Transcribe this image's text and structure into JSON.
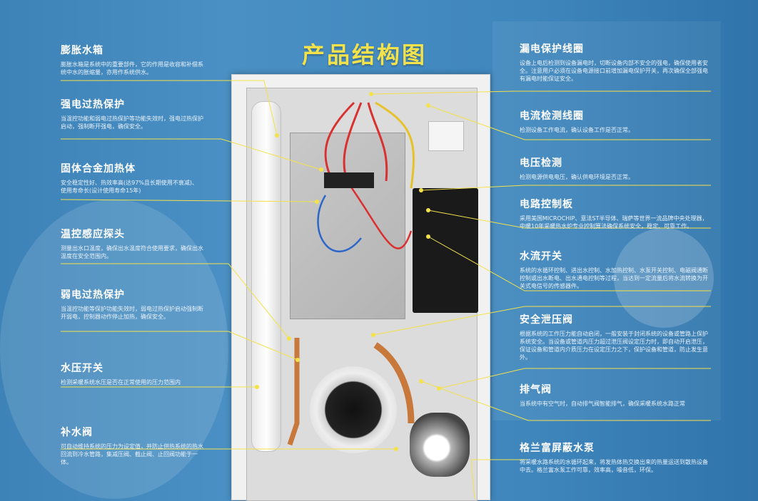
{
  "page_title": "产品结构图",
  "colors": {
    "accent_title": "#f3e24a",
    "background": "#3d83b8",
    "leader_line": "#f3e24a"
  },
  "left_blocks": [
    {
      "title": "膨胀水箱",
      "desc": "膨胀水箱是系统中的重要部件，它的作用是收容和补偿系统中水的胀缩量，亦用作系统供水。"
    },
    {
      "title": "强电过热保护",
      "desc": "当温控功能和弱电过热保护等功能失效时，强电过热保护启动，强制断开强电，确保安全。"
    },
    {
      "title": "固体合金加热体",
      "desc": "安全稳定性好、热效率高(达97%且长期使用不衰减)、使用寿命长(设计使用寿命15年)"
    },
    {
      "title": "温控感应探头",
      "desc": "测量出水口温度，确保出水温度符合使用要求，确保出水温度在安全范围内。"
    },
    {
      "title": "弱电过热保护",
      "desc": "当温控功能等保护功能失效时，弱电过热保护启动强制断开弱电，控制器动作停止加热，确保安全。"
    },
    {
      "title": "水压开关",
      "desc": "检测采暖系统水压是否在正常使用的压力范围内"
    },
    {
      "title": "补水阀",
      "desc": "可自动维持系统的压力为设定值，并防止供热系统的热水回流到冷水管路，集减压阀、截止阀、止回阀功能于一体。"
    }
  ],
  "right_blocks": [
    {
      "title": "漏电保护线圈",
      "desc": "设备上电后检测到设备漏电时，切断设备内部不安全的强电，确保使用者安全。注意用户必须在设备电源接口前增加漏电保护开关，再次确保全部强电有漏电时能保证安全。"
    },
    {
      "title": "电流检测线圈",
      "desc": "检测设备工作电流，确认设备工作是否正常。"
    },
    {
      "title": "电压检测",
      "desc": "检测电源供电电压，确认供电环境是否正常。"
    },
    {
      "title": "电路控制板",
      "desc": "采用美国MICROCHIP、意法ST半导体、瑞萨等世界一流品牌中央处理器，中暖10年采暖热水炉专业控制算法确保系统安全，稳定、可靠工作。"
    },
    {
      "title": "水流开关",
      "desc": "系统的水循环控制、进出水控制、水加热控制、水泵开关控制、电磁阀通断控制或出水断电、出水通电控制等过程，当达到一定流量后将水流转换为开关式电信号的传感器件。"
    },
    {
      "title": "安全泄压阀",
      "desc": "根据系统的工作压力能自动启闭，一般安装于封闭系统的设备或管路上保护系统安全。当设备或管道内压力超过泄压阀设定压力时，即自动开启泄压，保证设备和管道内介质压力在设定压力之下，保护设备和管道，防止发生意外。"
    },
    {
      "title": "排气阀",
      "desc": "当系统中有空气时，自动排气阀智能排气，确保采暖系统水路正常"
    },
    {
      "title": "格兰富屏蔽水泵",
      "desc": "将采暖水路系统的水循环起来，将发热体热交换出来的热量运送到散热设备中去。格兰富水泵工作可靠，效率高，噪音低，环保。"
    }
  ]
}
